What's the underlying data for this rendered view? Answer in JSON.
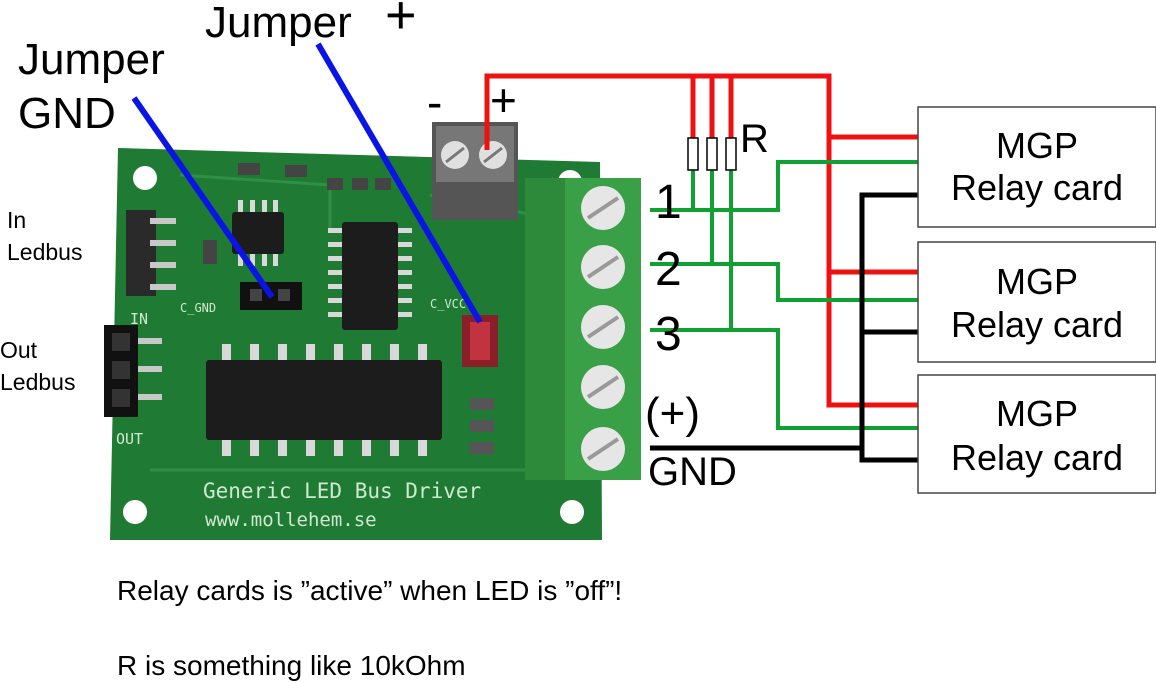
{
  "labels": {
    "jumper_plus_word": "Jumper",
    "jumper_plus_sign": "+",
    "jumper_gnd_line1": "Jumper",
    "jumper_gnd_line2": "GND",
    "minus": "-",
    "plus": "+",
    "resistor": "R",
    "in_ledbus_1": "In",
    "in_ledbus_2": "Ledbus",
    "out_ledbus_1": "Out",
    "out_ledbus_2": "Ledbus",
    "term_1": "1",
    "term_2": "2",
    "term_3": "3",
    "term_plus": "(+)",
    "term_gnd": "GND"
  },
  "relay_cards": [
    {
      "line1": "MGP",
      "line2": "Relay card"
    },
    {
      "line1": "MGP",
      "line2": "Relay card"
    },
    {
      "line1": "MGP",
      "line2": "Relay card"
    }
  ],
  "board": {
    "silk_title": "Generic LED Bus Driver",
    "silk_url": "www.mollehem.se",
    "silk_in": "IN",
    "silk_out": "OUT",
    "silk_cgnd": "C_GND",
    "silk_cvcc": "C_VCC"
  },
  "notes": {
    "note1": "Relay cards is ”active” when LED is ”off”!",
    "note2": "R is something like 10kOhm"
  },
  "colors": {
    "positive_wire": "#ee1111",
    "signal_wire": "#11a032",
    "ground_wire": "#000000",
    "pointer": "#0a14e6",
    "pcb": "#1f7a34",
    "terminal_block": "#3aa048"
  }
}
